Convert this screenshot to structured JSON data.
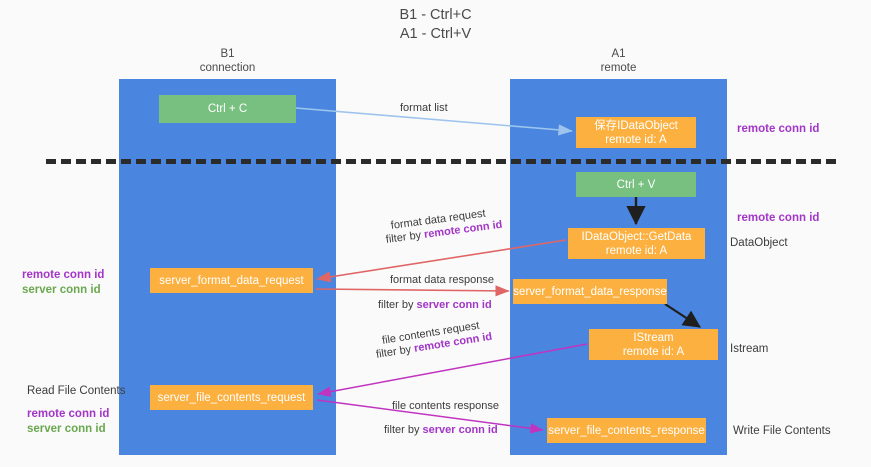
{
  "title": "B1 - Ctrl+C\nA1 - Ctrl+V",
  "columns": {
    "left": {
      "name": "B1",
      "role": "connection",
      "header": "B1\nconnection",
      "color": "#4a86e0"
    },
    "right": {
      "name": "A1",
      "role": "remote",
      "header": "A1\nremote",
      "color": "#4a86e0"
    }
  },
  "colors": {
    "lane_blue": "#4a86e0",
    "node_green": "#77c080",
    "node_orange": "#fbb040",
    "annotation_purple": "#a335c8",
    "annotation_green": "#6aa84f",
    "arrow_lightblue": "#9cc4ec",
    "arrow_red": "#e06666",
    "arrow_magenta": "#c034c0",
    "arrow_black": "#1f1f1f",
    "divider": "#2b2b2b",
    "background": "#fafafa"
  },
  "nodes": {
    "ctrl_c": {
      "label": "Ctrl + C",
      "kind": "green"
    },
    "save_idataobject": {
      "label": "保存IDataObject\nremote id: A",
      "kind": "orange"
    },
    "ctrl_v": {
      "label": "Ctrl + V",
      "kind": "green"
    },
    "getdata": {
      "label": "IDataObject::GetData\nremote id: A",
      "kind": "orange"
    },
    "server_format_data_request": {
      "label": "server_format_data_request",
      "kind": "orange"
    },
    "server_format_data_response": {
      "label": "server_format_data_response",
      "kind": "orange"
    },
    "istream": {
      "label": "IStream\nremote id: A",
      "kind": "orange"
    },
    "server_file_contents_request": {
      "label": "server_file_contents_request",
      "kind": "orange"
    },
    "server_file_contents_response": {
      "label": "server_file_contents_response",
      "kind": "orange"
    }
  },
  "right_annotations": {
    "remote_conn_id_top": "remote conn id",
    "remote_conn_id_middle": "remote conn id",
    "dataobject": "DataObject",
    "istream": "Istream",
    "write_file_contents": "Write File Contents"
  },
  "left_annotations": {
    "middle": {
      "remote": "remote conn id",
      "server": "server conn id"
    },
    "bottom": {
      "heading": "Read File Contents",
      "remote": "remote conn id",
      "server": "server conn id"
    }
  },
  "arrow_labels": {
    "format_list": {
      "text": "format list"
    },
    "format_data_request": {
      "text": "format data request",
      "filter_prefix": "filter by ",
      "filter_key": "remote conn id"
    },
    "format_data_response": {
      "text": "format data response",
      "filter_prefix": "filter by ",
      "filter_key": "server conn id"
    },
    "file_contents_request": {
      "text": "file contents request",
      "filter_prefix": "filter by ",
      "filter_key": "remote conn id"
    },
    "file_contents_response": {
      "text": "file contents response",
      "filter_prefix": "filter by ",
      "filter_key": "server conn id"
    }
  }
}
